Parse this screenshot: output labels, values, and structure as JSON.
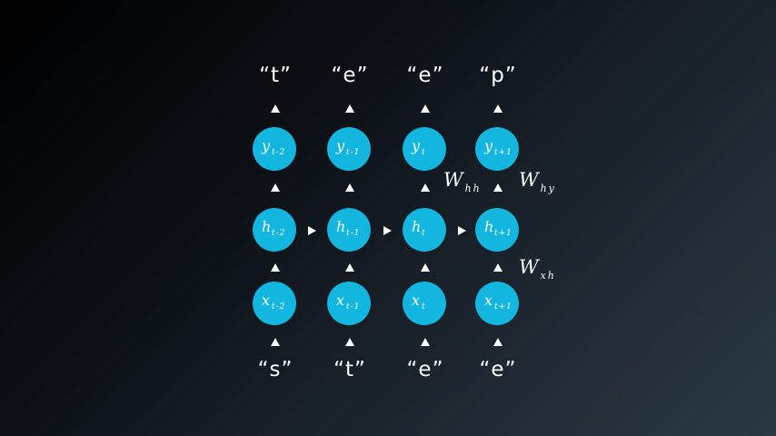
{
  "outputs": [
    "“t”",
    "“e”",
    "“e”",
    "“p”"
  ],
  "inputs": [
    "“s”",
    "“t”",
    "“e”",
    "“e”"
  ],
  "y_nodes": [
    {
      "symbol": "y",
      "sub": "t-2"
    },
    {
      "symbol": "y",
      "sub": "t-1"
    },
    {
      "symbol": "y",
      "sub": "t"
    },
    {
      "symbol": "y",
      "sub": "t+1"
    }
  ],
  "h_nodes": [
    {
      "symbol": "h",
      "sub": "t-2"
    },
    {
      "symbol": "h",
      "sub": "t-1"
    },
    {
      "symbol": "h",
      "sub": "t"
    },
    {
      "symbol": "h",
      "sub": "t+1"
    }
  ],
  "x_nodes": [
    {
      "symbol": "x",
      "sub": "t-2"
    },
    {
      "symbol": "x",
      "sub": "t-1"
    },
    {
      "symbol": "x",
      "sub": "t"
    },
    {
      "symbol": "x",
      "sub": "t+1"
    }
  ],
  "weights": {
    "hh": {
      "symbol": "W",
      "sub": "hh"
    },
    "hy": {
      "symbol": "W",
      "sub": "hy"
    },
    "xh": {
      "symbol": "W",
      "sub": "xh"
    }
  },
  "colors": {
    "node_fill": "#12b6de",
    "text": "#ffffff",
    "background_dark": "#000000",
    "background_light": "#2c3945"
  }
}
